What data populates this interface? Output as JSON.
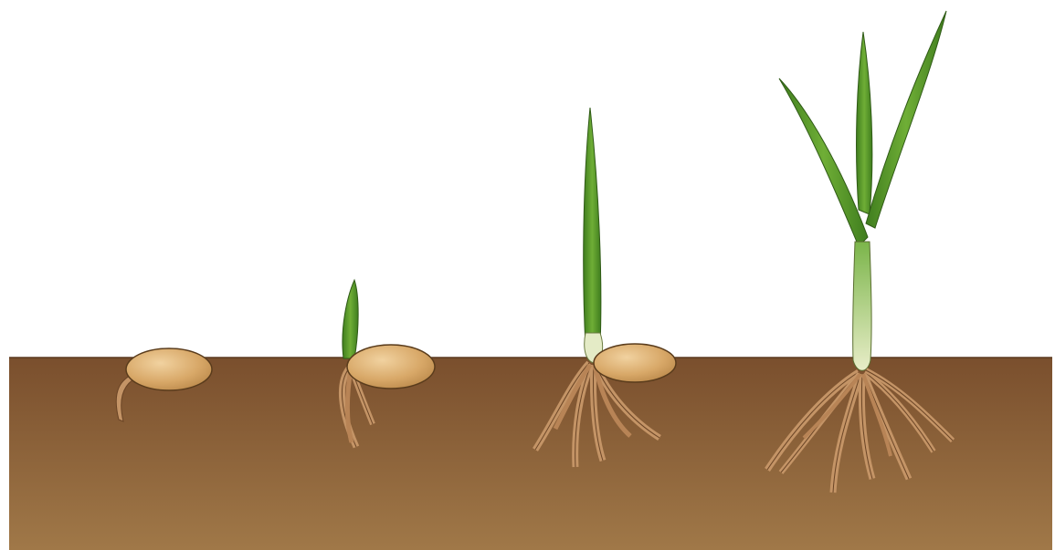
{
  "scene": {
    "subject": "seed-germination-stages",
    "stages": [
      {
        "stage": 1,
        "parts": [
          "seed",
          "radicle"
        ]
      },
      {
        "stage": 2,
        "parts": [
          "seed",
          "shoot",
          "roots"
        ]
      },
      {
        "stage": 3,
        "parts": [
          "seed",
          "shoot",
          "roots"
        ]
      },
      {
        "stage": 4,
        "parts": [
          "leaves",
          "stem",
          "roots"
        ]
      }
    ],
    "colors": {
      "soil_top": "#7a4f2d",
      "soil_bottom": "#a07848",
      "seed": "#d8a868",
      "leaf": "#5c9a2c",
      "root": "#b08050"
    }
  }
}
